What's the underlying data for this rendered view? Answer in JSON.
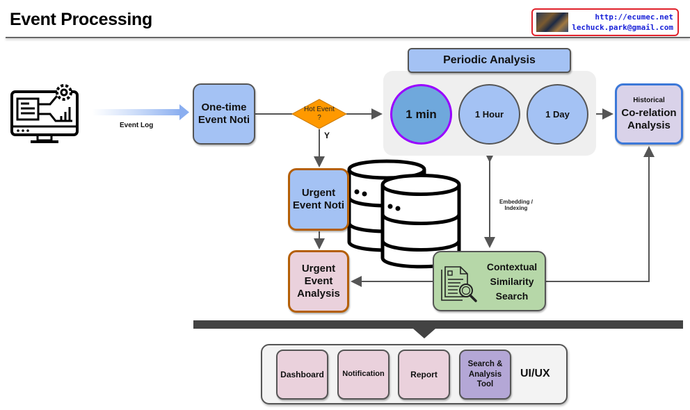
{
  "header": {
    "title": "Event Processing",
    "badge": {
      "url": "http://ecumec.net",
      "email": "lechuck.park@gmail.com"
    }
  },
  "source": {
    "icon": "monitor-analytics-icon",
    "arrow_label": "Event Log"
  },
  "nodes": {
    "one_time": "One-time Event Noti",
    "hot_event": "Hot Event ?",
    "yes_label": "Y",
    "periodic_title": "Periodic Analysis",
    "periods": [
      "1 min",
      "1 Hour",
      "1 Day"
    ],
    "historical_small": "Historical",
    "historical_main": "Co-relation Analysis",
    "urgent_noti": "Urgent Event Noti",
    "urgent_analysis": "Urgent Event Analysis",
    "embedding_label": "Embedding / Indexing",
    "contextual": "Contextual Similarity Search",
    "database_icon": "database-icon",
    "document_search_icon": "document-search-icon"
  },
  "uiux": {
    "label": "UI/UX",
    "items": [
      "Dashboard",
      "Notification",
      "Report",
      "Search & Analysis Tool"
    ]
  },
  "colors": {
    "blue": "#a4c2f4",
    "diamond": "#ff9900",
    "purple_ring": "#9900ff",
    "historical_border": "#3c78d8",
    "urgent_border": "#b45f06",
    "green": "#b6d7a8",
    "pink": "#ead1dc",
    "purple": "#b4a7d6"
  }
}
